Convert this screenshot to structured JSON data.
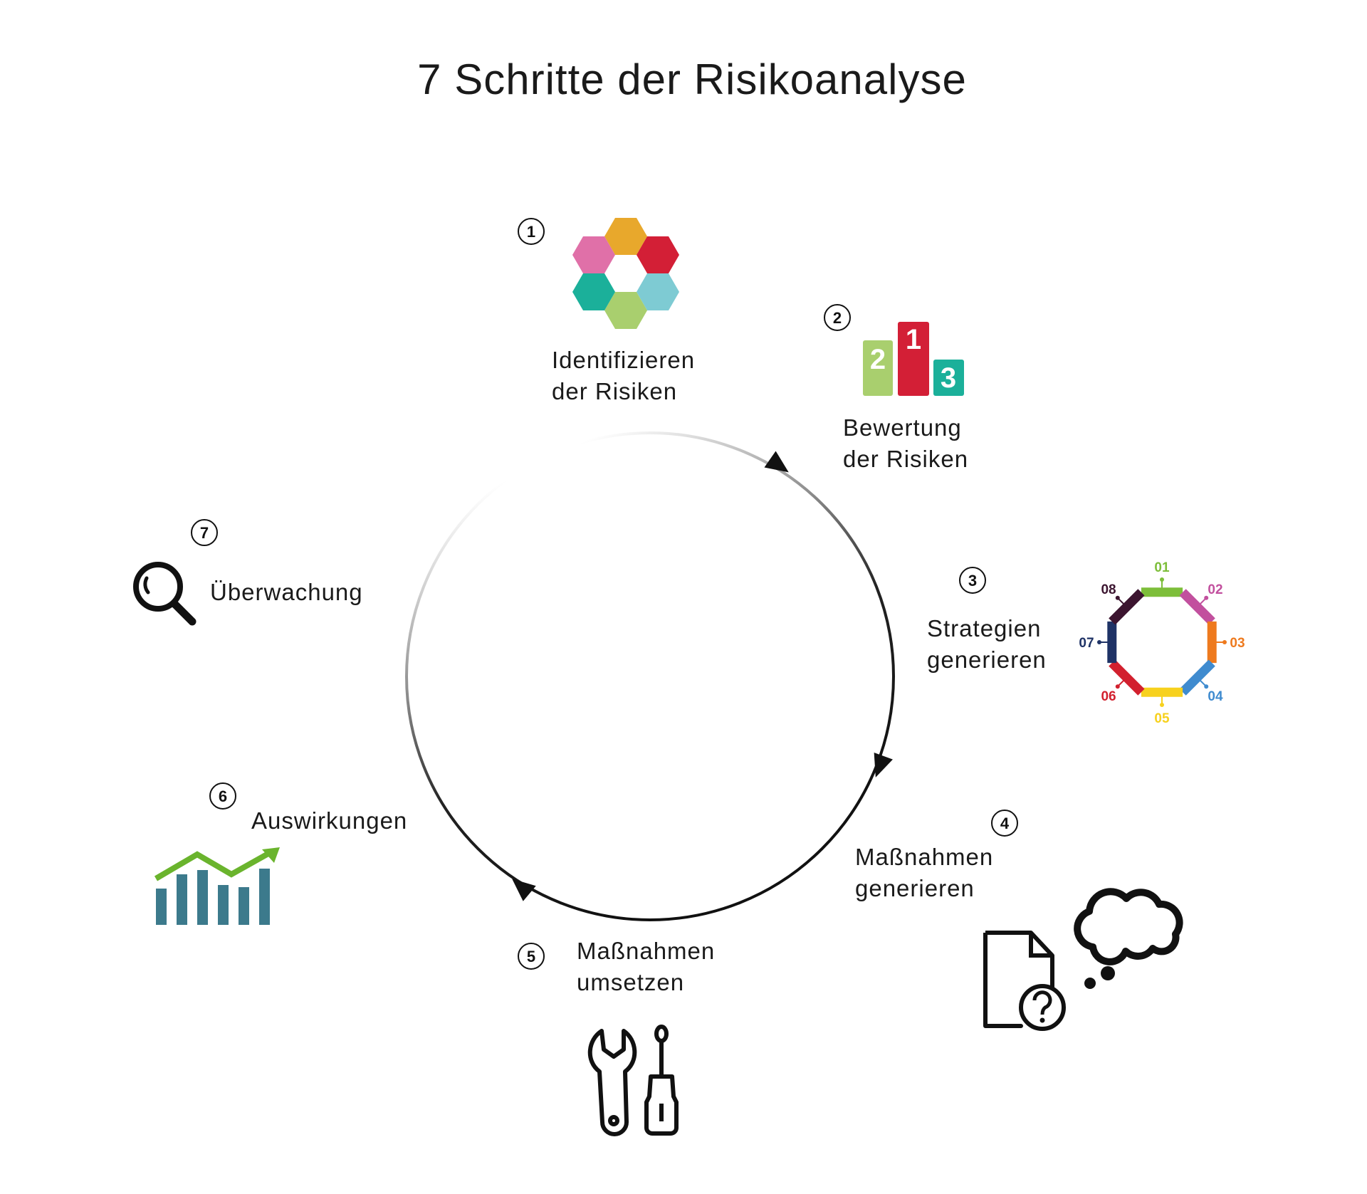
{
  "title": "7 Schritte der Risikoanalyse",
  "steps": [
    {
      "number": "1",
      "line1": "Identifizieren",
      "line2": "der Risiken",
      "icon": "hexagon-cluster-icon"
    },
    {
      "number": "2",
      "line1": "Bewertung",
      "line2": "der Risiken",
      "icon": "podium-icon"
    },
    {
      "number": "3",
      "line1": "Strategien",
      "line2": "generieren",
      "icon": "octagon-icon"
    },
    {
      "number": "4",
      "line1": "Maßnahmen",
      "line2": "generieren",
      "icon": "document-question-cloud-icon"
    },
    {
      "number": "5",
      "line1": "Maßnahmen",
      "line2": "umsetzen",
      "icon": "tools-icon"
    },
    {
      "number": "6",
      "line1": "Auswirkungen",
      "icon": "bar-chart-trend-icon"
    },
    {
      "number": "7",
      "line1": "Überwachung",
      "icon": "magnifier-icon"
    }
  ],
  "podium": {
    "first": "1",
    "second": "2",
    "third": "3"
  },
  "octagon_labels": [
    "01",
    "02",
    "03",
    "04",
    "05",
    "06",
    "07",
    "08"
  ],
  "colors": {
    "octagon": [
      "#7DBE3A",
      "#C2509E",
      "#EE7A1E",
      "#3F8BCF",
      "#F7D11E",
      "#D2202E",
      "#1F3366",
      "#3C1530"
    ],
    "hexagons": [
      "#E8A82C",
      "#D31F36",
      "#7ECBD3",
      "#A9CF6E",
      "#1BB09A",
      "#E070A8"
    ],
    "podium": [
      "#A9CF6E",
      "#D31F36",
      "#1BB09A"
    ],
    "chart_bars": "#3C7A8C",
    "chart_trend": "#6AB42D"
  }
}
